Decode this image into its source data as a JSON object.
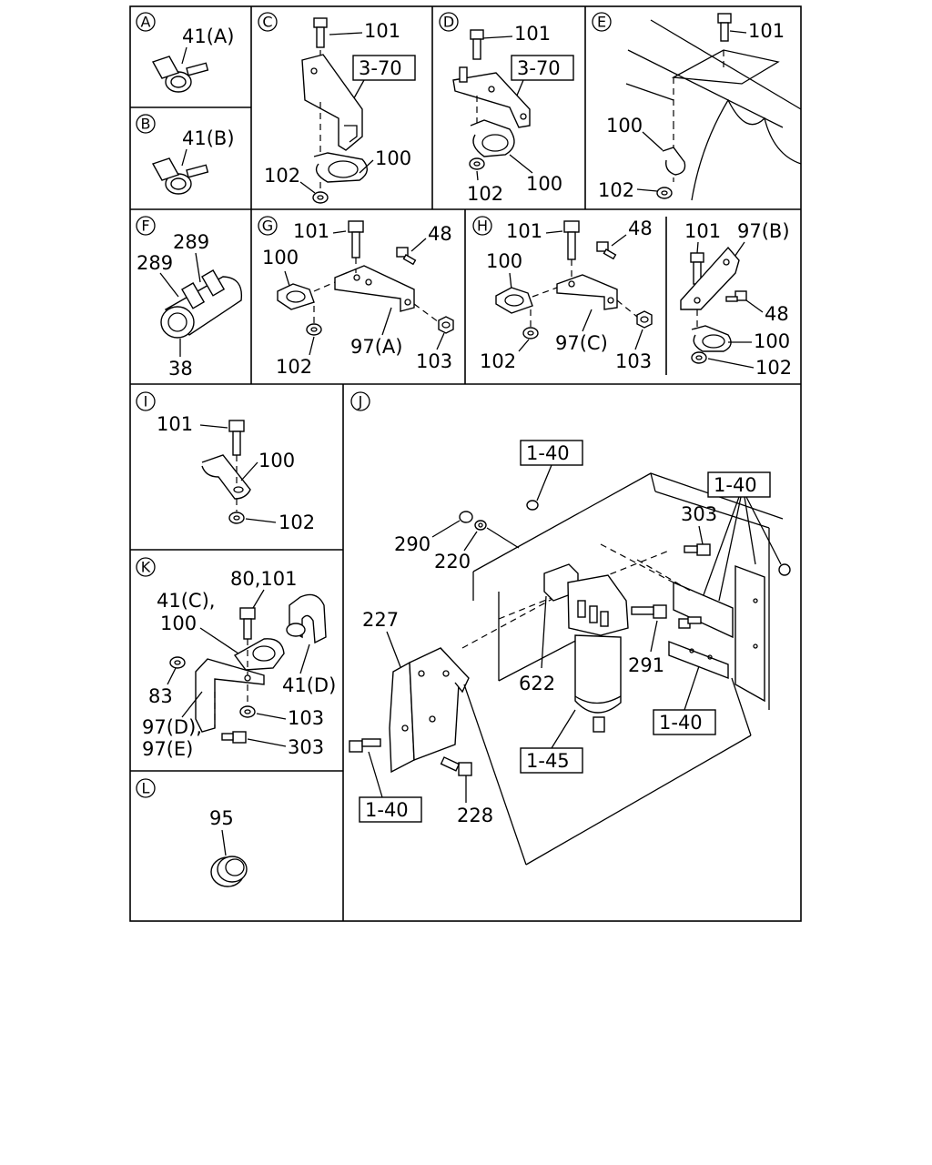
{
  "panels": {
    "A": {
      "letter": "A",
      "label_41a": "41(A)"
    },
    "B": {
      "letter": "B",
      "label_41b": "41(B)"
    },
    "C1": {
      "letter": "C",
      "l101": "101",
      "ref": "3-70",
      "l100": "100",
      "l102": "102"
    },
    "D": {
      "letter": "D",
      "l101": "101",
      "ref": "3-70",
      "l100": "100",
      "l102": "102"
    },
    "E": {
      "letter": "E",
      "l101": "101",
      "l100": "100",
      "l102": "102"
    },
    "F": {
      "letter": "F",
      "l289a": "289",
      "l289b": "289",
      "l38": "38"
    },
    "G": {
      "letter": "G",
      "l101": "101",
      "l48": "48",
      "l100": "100",
      "l102": "102",
      "l97a": "97(A)",
      "l103": "103"
    },
    "H": {
      "letter": "H",
      "l101": "101",
      "l48": "48",
      "l100": "100",
      "l102": "102",
      "l97c": "97(C)",
      "l103": "103"
    },
    "H2": {
      "l101": "101",
      "l97b": "97(B)",
      "l48": "48",
      "l100": "100",
      "l102": "102"
    },
    "I": {
      "letter": "I",
      "l101": "101",
      "l100": "100",
      "l102": "102"
    },
    "J": {
      "letter": "J",
      "ref_top": "1-40",
      "ref_right": "1-40",
      "ref_right_low": "1-40",
      "ref_left": "1-40",
      "ref_filter": "1-45",
      "l290": "290",
      "l220": "220",
      "l303": "303",
      "l227": "227",
      "l622": "622",
      "l291": "291",
      "l228": "228"
    },
    "K": {
      "letter": "K",
      "l80_101": "80,101",
      "l41c": "41(C),",
      "l100": "100",
      "l83": "83",
      "l41d": "41(D)",
      "l97d": "97(D),",
      "l97e": "97(E)",
      "l103": "103",
      "l303": "303"
    },
    "L": {
      "letter": "L",
      "l95": "95"
    }
  }
}
